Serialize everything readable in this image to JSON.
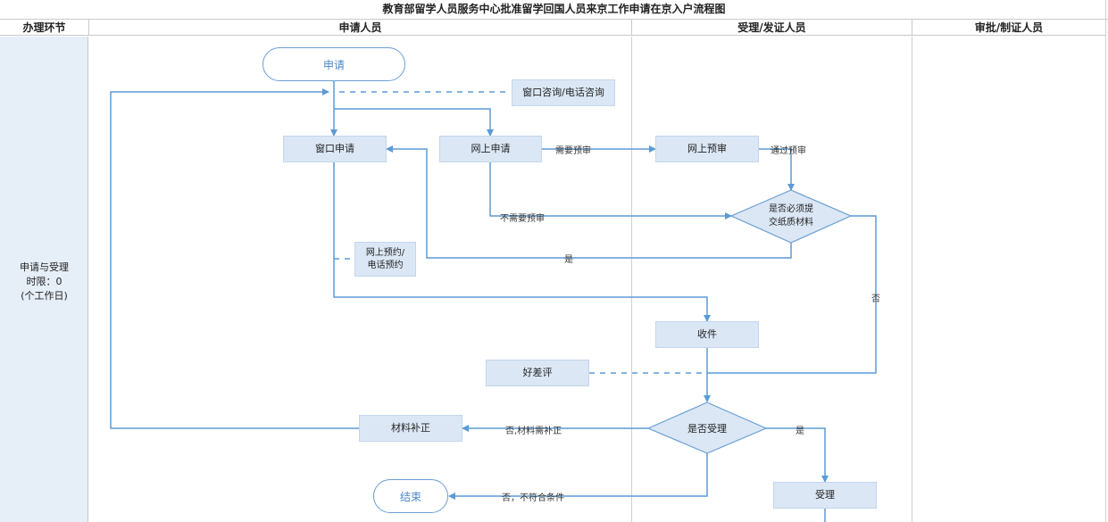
{
  "title": "教育部留学人员服务中心批准留学回国人员来京工作申请在京入户流程图",
  "headers": {
    "stage": "办理环节",
    "applicant": "申请人员",
    "acceptor": "受理/发证人员",
    "approver": "审批/制证人员"
  },
  "stage": {
    "line1": "申请与受理",
    "line2": "时限：0",
    "line3": "(个工作日)"
  },
  "nodes": {
    "start": "申请",
    "consult": "窗口咨询/电话咨询",
    "window_apply": "窗口申请",
    "online_apply": "网上申请",
    "online_precheck": "网上预审",
    "paper_required_l1": "是否必须提",
    "paper_required_l2": "交纸质材料",
    "booking_l1": "网上预约/",
    "booking_l2": "电话预约",
    "receive": "收件",
    "rating": "好差评",
    "accept_decision": "是否受理",
    "supplement": "材料补正",
    "end": "结束",
    "accept": "受理"
  },
  "edge_labels": {
    "need_precheck": "需要预审",
    "pass_precheck": "通过预审",
    "no_precheck": "不需要预审",
    "yes1": "是",
    "no1": "否",
    "yes2": "是",
    "no_supplement": "否,材料需补正",
    "no_reject": "否，不符合条件"
  }
}
